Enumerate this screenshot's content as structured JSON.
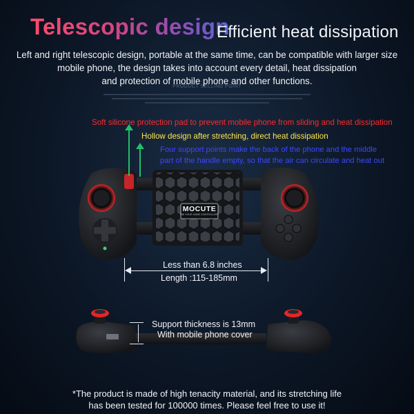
{
  "title": {
    "main": "Telescopic design",
    "sub": "Efficient heat dissipation"
  },
  "intro": [
    "Left and right telescopic design, portable at the same time, can be compatible with larger size",
    "mobile phone, the design takes into account every detail, heat dissipation",
    "and protection of mobile phone and other functions."
  ],
  "faint_heading": "PRODUCT SELLING POINT",
  "notes": {
    "red": "Soft silicone protection pad to prevent mobile phone from sliding and heat dissipation",
    "yellow": "Hollow design after stretching, direct heat dissipation",
    "blue": [
      "Four support points make the back of the phone and the middle",
      "part of the handle empty, so that the air can circulate and heat out"
    ]
  },
  "brand": {
    "name": "MOCUTE",
    "tagline": "BE YOUR GAME CONTROLLER"
  },
  "dimensions": {
    "width_label": "Less than 6.8 inches",
    "length_label": "Length :115-185mm",
    "thickness_label": "Support thickness is 13mm",
    "cover_label": "With mobile phone cover"
  },
  "footer": [
    "*The product is made of high tenacity material, and its stretching life",
    "has been tested for 100000 times. Please feel free to use it!"
  ],
  "colors": {
    "note_red": "#ff2a2a",
    "note_yellow": "#ffe94a",
    "note_blue": "#3d47ff",
    "arrow_green": "#22c06a",
    "joystick_red": "#e3262a"
  },
  "icons": [
    "arrow-up-icon",
    "dimension-arrow-icon",
    "dpad-icon",
    "face-buttons-icon",
    "joystick-icon",
    "led-indicator-icon"
  ]
}
